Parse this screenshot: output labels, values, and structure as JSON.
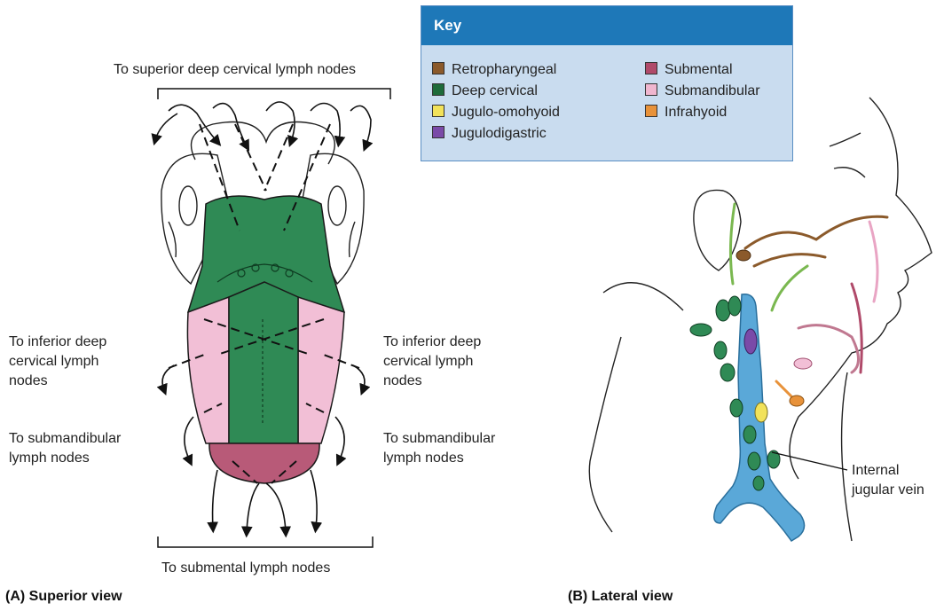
{
  "key": {
    "title": "Key",
    "items": [
      {
        "label": "Retropharyngeal",
        "color": "#8b5a2b"
      },
      {
        "label": "Deep cervical",
        "color": "#1e6b3a"
      },
      {
        "label": "Jugulo-omohyoid",
        "color": "#f2e25a"
      },
      {
        "label": "Jugulodigastric",
        "color": "#7a4aa8"
      },
      {
        "label": "Submental",
        "color": "#b04a6a"
      },
      {
        "label": "Submandibular",
        "color": "#f0b6cf"
      },
      {
        "label": "Infrahyoid",
        "color": "#e8923a"
      }
    ]
  },
  "superior": {
    "top_label": "To superior deep cervical lymph nodes",
    "left_inferior": [
      "To inferior deep",
      "cervical lymph",
      "nodes"
    ],
    "right_inferior": [
      "To inferior deep",
      "cervical lymph",
      "nodes"
    ],
    "left_submandibular": [
      "To submandibular",
      "lymph nodes"
    ],
    "right_submandibular": [
      "To submandibular",
      "lymph nodes"
    ],
    "bottom_label": "To submental lymph nodes",
    "caption": "(A) Superior view"
  },
  "lateral": {
    "vein_label": [
      "Internal",
      "jugular vein"
    ],
    "caption": "(B) Lateral view"
  },
  "colors": {
    "deep_cervical": "#2f8a55",
    "submandibular": "#f2bfd6",
    "submental": "#b85a78",
    "vein": "#5aa8d8",
    "key_header": "#1e78b8",
    "key_body": "#c9dcef"
  }
}
